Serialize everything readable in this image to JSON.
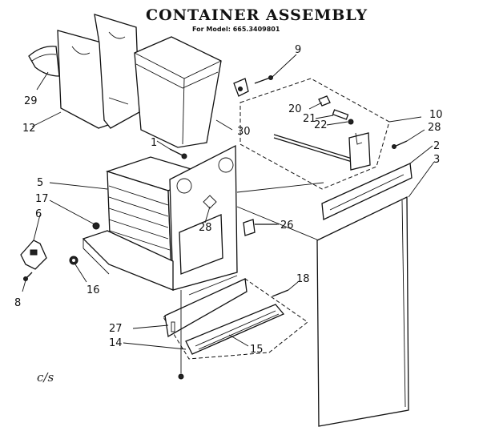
{
  "title": "CONTAINER ASSEMBLY",
  "subtitle": "For Model: 665.3409801",
  "handwritten_note": "c/s",
  "callouts": [
    "1",
    "2",
    "3",
    "5",
    "6",
    "8",
    "9",
    "10",
    "12",
    "14",
    "15",
    "16",
    "17",
    "18",
    "20",
    "21",
    "22",
    "26",
    "27",
    "28",
    "28",
    "29",
    "30"
  ]
}
